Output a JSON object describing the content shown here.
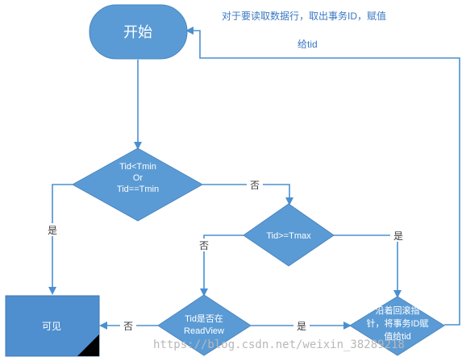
{
  "nodes": {
    "start": "开始",
    "decision_tmin": [
      "Tid<Tmin",
      "Or",
      "Tid==Tmin"
    ],
    "decision_tmax": "Tid>=Tmax",
    "decision_readview": [
      "Tid是否在",
      "ReadView"
    ],
    "process_rollback": [
      "沿着回滚指",
      "针，将事务ID赋",
      "值给tid"
    ],
    "visible": "可见"
  },
  "edge_labels": {
    "tmin_no": "否",
    "tmin_yes": "是",
    "tmax_no": "否",
    "tmax_yes": "是",
    "readview_yes": "是",
    "readview_no": "否"
  },
  "note": [
    "对于要读取数据行，取出事务ID，赋值",
    "给tid"
  ],
  "watermark": "https://blog.csdn.net/weixin_38289218"
}
